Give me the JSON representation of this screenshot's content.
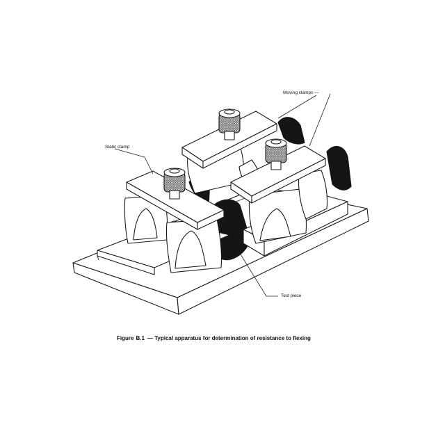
{
  "labels": {
    "moving_clamps": "Moving clamps",
    "static_clamp": "Static clamp",
    "test_piece": "Test piece"
  },
  "caption": {
    "figure_label": "Figure",
    "figure_number": "B.1",
    "title": "— Typical apparatus for determination of resistance to flexing"
  },
  "colors": {
    "line": "#1a1a1a",
    "test_piece_fill": "#151515",
    "knurl": "#444444"
  }
}
